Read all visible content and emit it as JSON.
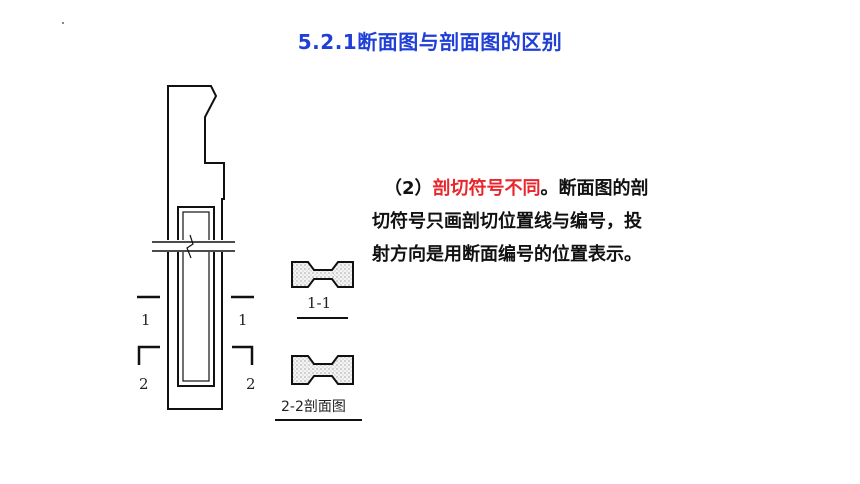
{
  "title": "5.2.1断面图与剖面图的区别",
  "body": {
    "lead": "（2）",
    "highlight": "剖切符号不同",
    "line1_tail": "。断面图的剖",
    "line2": "切符号只画剖切位置线与编号，投",
    "line3": "射方向是用断面编号的位置表示。"
  },
  "drawing": {
    "cut_marks": {
      "left_1": "1",
      "right_1": "1",
      "left_2": "2",
      "right_2": "2"
    },
    "section_1_label": "1-1",
    "section_2_label": "2-2剖面图"
  },
  "colors": {
    "title": "#1f3fd6",
    "highlight": "#e8262b",
    "text": "#111111"
  }
}
